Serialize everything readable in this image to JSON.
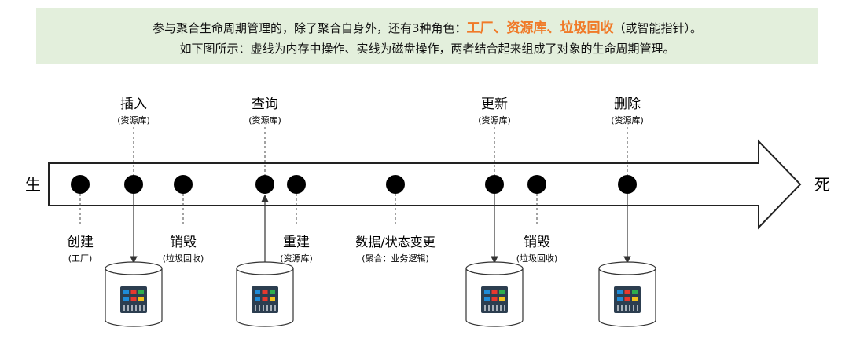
{
  "banner": {
    "line1_prefix": "参与聚合生命周期管理的，除了聚合自身外，还有3种角色：",
    "line1_highlight": "工厂、资源库、垃圾回收",
    "line1_suffix": "（或智能指针）。",
    "line2": "如下图所示：虚线为内存中操作、实线为磁盘操作，两者结合起来组成了对象的生命周期管理。",
    "highlight_color": "#f07a28",
    "background_color": "#e3efdc"
  },
  "diagram": {
    "start_label": "生",
    "end_label": "死",
    "nodes": [
      {
        "id": "create",
        "label": "创建",
        "sub": "(工厂)",
        "label_pos": "below",
        "line": "dashed",
        "db": null
      },
      {
        "id": "insert",
        "label": "插入",
        "sub": "(资源库)",
        "label_pos": "above",
        "line": "dashed",
        "db": "down"
      },
      {
        "id": "destroy1",
        "label": "销毁",
        "sub": "(垃圾回收)",
        "label_pos": "below",
        "line": "dashed",
        "db": null
      },
      {
        "id": "query",
        "label": "查询",
        "sub": "(资源库)",
        "label_pos": "above",
        "line": "dashed",
        "db": "up"
      },
      {
        "id": "rebuild",
        "label": "重建",
        "sub": "(资源库)",
        "label_pos": "below",
        "line": "dashed",
        "db": null
      },
      {
        "id": "change",
        "label": "数据/状态变更",
        "sub": "(聚合：业务逻辑)",
        "label_pos": "below",
        "line": "dashed",
        "db": null
      },
      {
        "id": "update",
        "label": "更新",
        "sub": "(资源库)",
        "label_pos": "above",
        "line": "dashed",
        "db": "down"
      },
      {
        "id": "destroy2",
        "label": "销毁",
        "sub": "(垃圾回收)",
        "label_pos": "below",
        "line": "dashed",
        "db": null
      },
      {
        "id": "delete",
        "label": "删除",
        "sub": "(资源库)",
        "label_pos": "above",
        "line": "dashed",
        "db": "down"
      }
    ],
    "database_icons": [
      "database-insert",
      "database-query",
      "database-update",
      "database-delete"
    ],
    "grid_colors": [
      "#1e8bd8",
      "#e8382e",
      "#2eae4e",
      "#1e8bd8",
      "#e8382e",
      "#f2c21c"
    ]
  }
}
